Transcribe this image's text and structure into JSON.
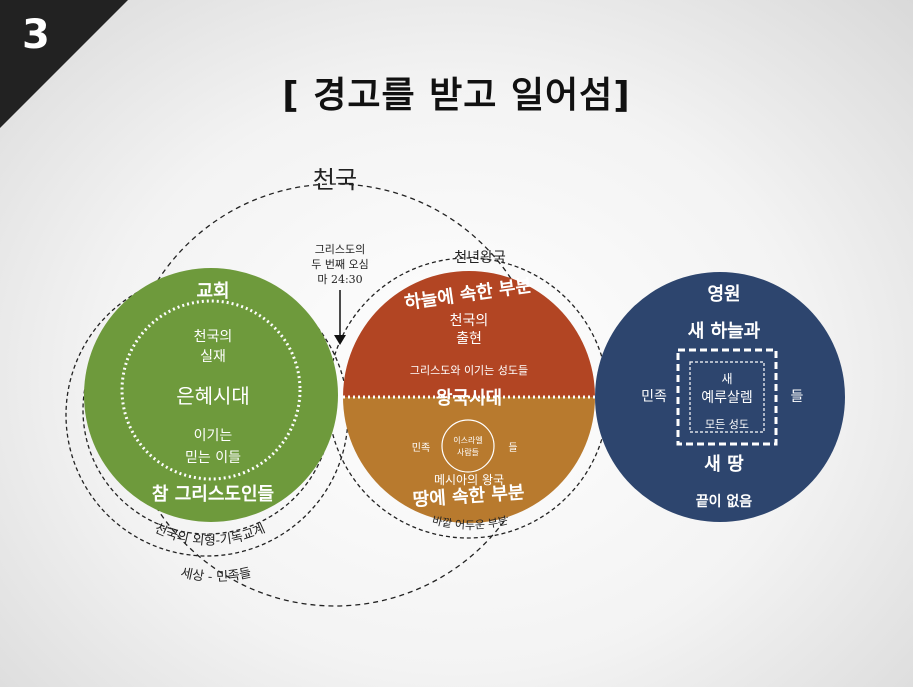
{
  "slide_number": "3",
  "title": "[ 경고를 받고 일어섬]",
  "labels": {
    "heaven": "천국",
    "second_coming": [
      "그리스도의",
      "두 번째 오심",
      "마 24:30"
    ],
    "millennium": "천년왕국",
    "church_outer": "천국의 외형-기독교계",
    "world": "세상 - 민족들",
    "outer_part": "바깥 어두운 부분"
  },
  "green_circle": {
    "color": "#6e9a3c",
    "top": "교회",
    "reality": [
      "천국의",
      "실재"
    ],
    "age": "은혜시대",
    "overcomers": [
      "이기는",
      "믿는 이들"
    ],
    "bottom": "참 그리스도인들"
  },
  "kingdom_circle": {
    "top_color": "#b24523",
    "bottom_color": "#b87a2e",
    "heavenly_part": "하늘에 속한 부분",
    "manifestation": [
      "천국의",
      "출현"
    ],
    "overcoming_saints": "그리스도와 이기는 성도들",
    "age": "왕국시대",
    "nations": "민족",
    "israel": [
      "이스라엘",
      "사람들"
    ],
    "plural": "들",
    "messiah_kingdom": "메시아의 왕국",
    "earthly_part": "땅에 속한 부분"
  },
  "blue_circle": {
    "color": "#2d456e",
    "eternity": "영원",
    "new_heaven": "새 하늘과",
    "nations": "민족",
    "plural": "들",
    "new_jerusalem": [
      "새",
      "예루살렘"
    ],
    "all_saints": "모든 성도",
    "new_earth": "새 땅",
    "endless": "끝이 없음"
  }
}
